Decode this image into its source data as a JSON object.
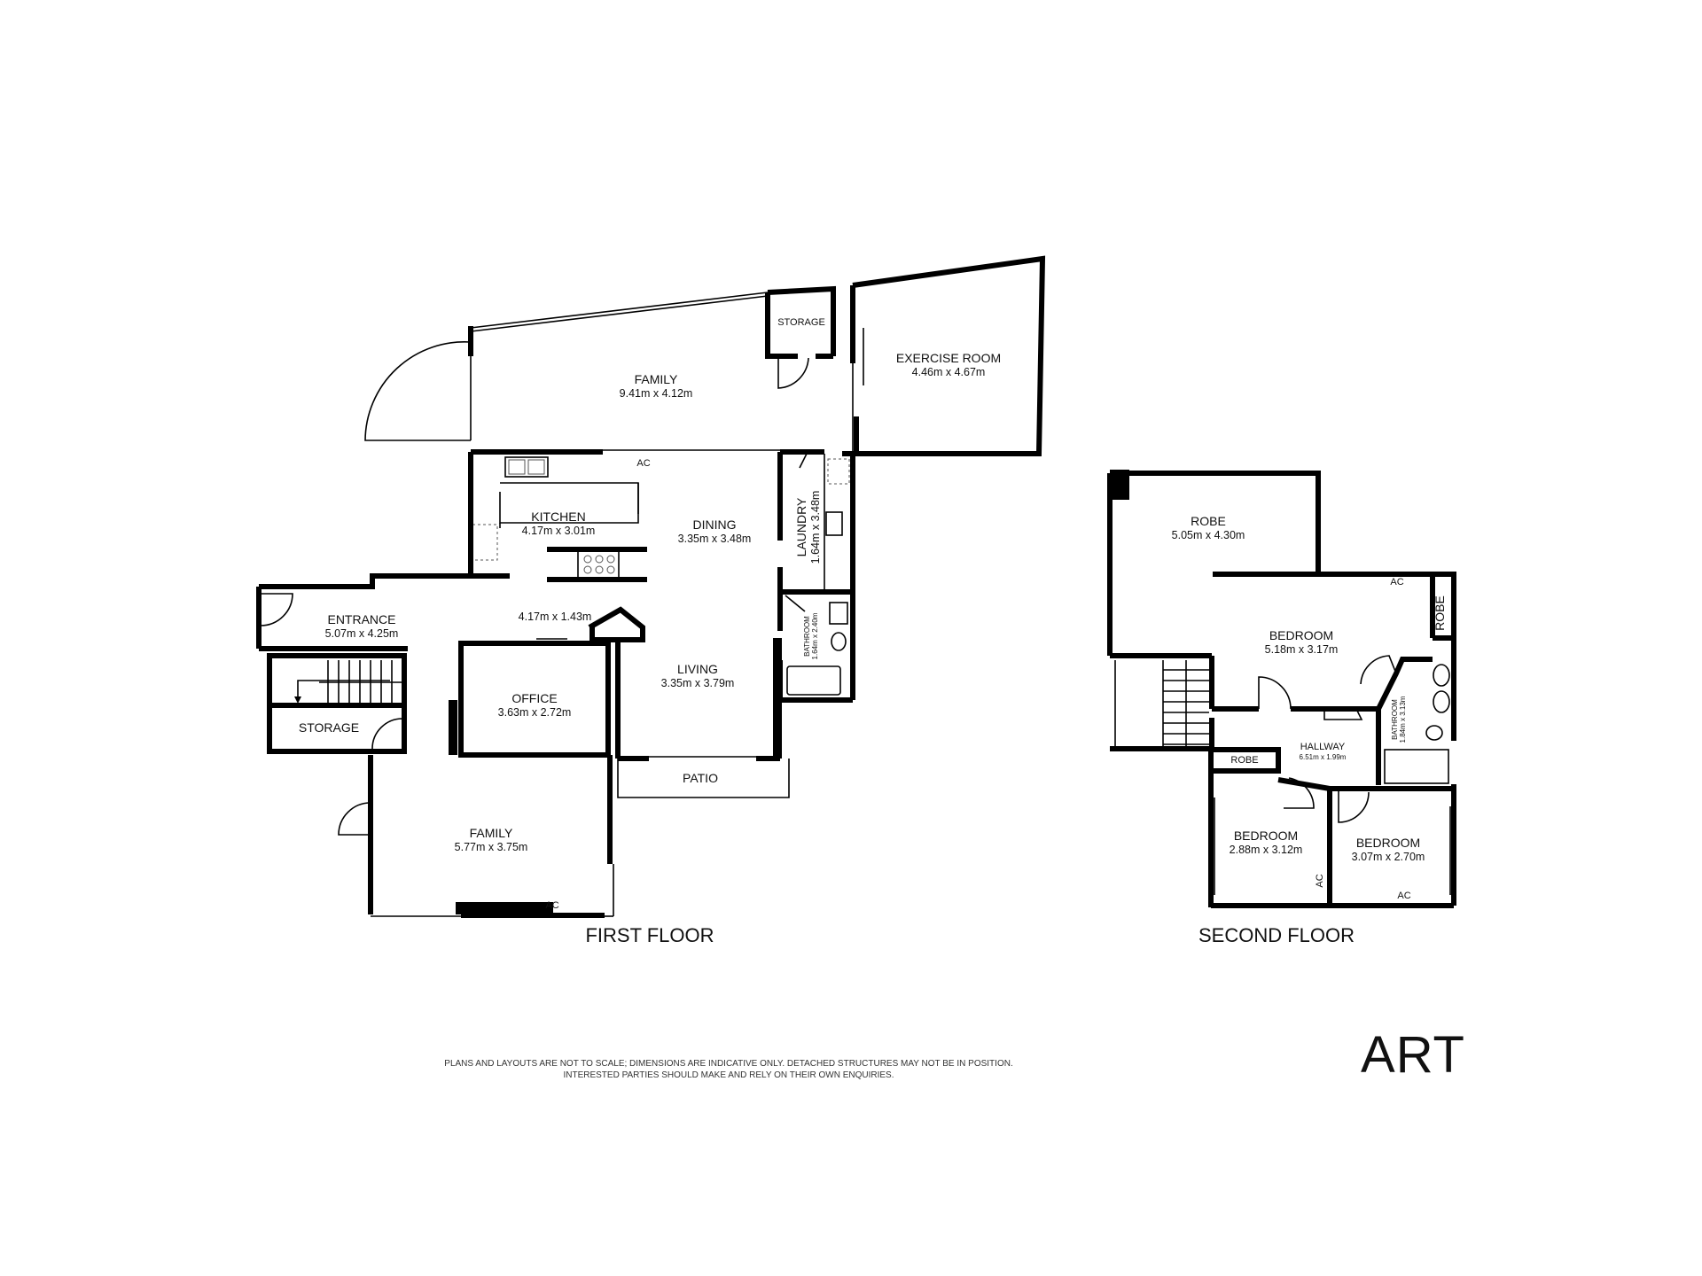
{
  "first_floor": {
    "title": "FIRST FLOOR",
    "rooms": {
      "family_top": {
        "name": "FAMILY",
        "dims": "9.41m x 4.12m"
      },
      "storage_top": {
        "name": "STORAGE"
      },
      "exercise": {
        "name": "EXERCISE ROOM",
        "dims": "4.46m x 4.67m"
      },
      "kitchen": {
        "name": "KITCHEN",
        "dims": "4.17m x 3.01m"
      },
      "dining": {
        "name": "DINING",
        "dims": "3.35m x 3.48m"
      },
      "laundry": {
        "name": "LAUNDRY",
        "dims": "1.64m x 3.48m"
      },
      "bathroom": {
        "name": "BATHROOM",
        "dims": "1.64m x 2.40m"
      },
      "hall": {
        "dims": "4.17m x 1.43m"
      },
      "entrance": {
        "name": "ENTRANCE",
        "dims": "5.07m x 4.25m"
      },
      "storage_left": {
        "name": "STORAGE"
      },
      "office": {
        "name": "OFFICE",
        "dims": "3.63m x 2.72m"
      },
      "living": {
        "name": "LIVING",
        "dims": "3.35m x 3.79m"
      },
      "patio": {
        "name": "PATIO"
      },
      "family_bottom": {
        "name": "FAMILY",
        "dims": "5.77m x 3.75m"
      }
    },
    "ac_labels": [
      "AC",
      "AC"
    ]
  },
  "second_floor": {
    "title": "SECOND FLOOR",
    "rooms": {
      "robe_main": {
        "name": "ROBE",
        "dims": "5.05m x 4.30m"
      },
      "bedroom_main": {
        "name": "BEDROOM",
        "dims": "5.18m x 3.17m"
      },
      "robe_side": {
        "name": "ROBE"
      },
      "bathroom": {
        "name": "BATHROOM",
        "dims": "1.84m x 3.13m"
      },
      "hallway": {
        "name": "HALLWAY",
        "dims": "6.51m x 1.99m"
      },
      "robe_small": {
        "name": "ROBE"
      },
      "bedroom_2": {
        "name": "BEDROOM",
        "dims": "2.88m x 3.12m"
      },
      "bedroom_3": {
        "name": "BEDROOM",
        "dims": "3.07m x 2.70m"
      }
    },
    "ac_labels": [
      "AC",
      "AC",
      "AC"
    ]
  },
  "disclaimer": {
    "line1": "PLANS AND LAYOUTS ARE NOT TO SCALE; DIMENSIONS ARE INDICATIVE ONLY. DETACHED STRUCTURES MAY NOT BE IN POSITION.",
    "line2": "INTERESTED PARTIES SHOULD MAKE AND RELY ON THEIR OWN ENQUIRIES."
  },
  "brand": {
    "logo_text": "ART"
  }
}
